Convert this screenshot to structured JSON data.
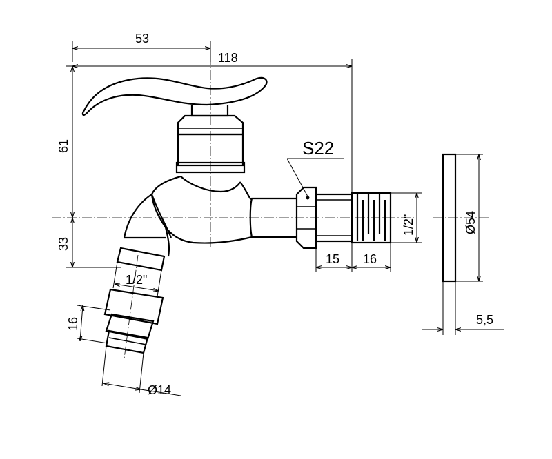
{
  "dimensions": {
    "spindle_offset": "53",
    "total_length": "118",
    "height_top": "61",
    "height_bottom": "33",
    "hex_size": "S22",
    "inlet_thread": "1/2\"",
    "hex_length": "15",
    "thread_length": "16",
    "outlet_thread": "1/2\"",
    "hose_length": "16",
    "hose_diameter": "Ø14",
    "flange_diameter": "Ø54",
    "flange_thickness": "5,5"
  }
}
